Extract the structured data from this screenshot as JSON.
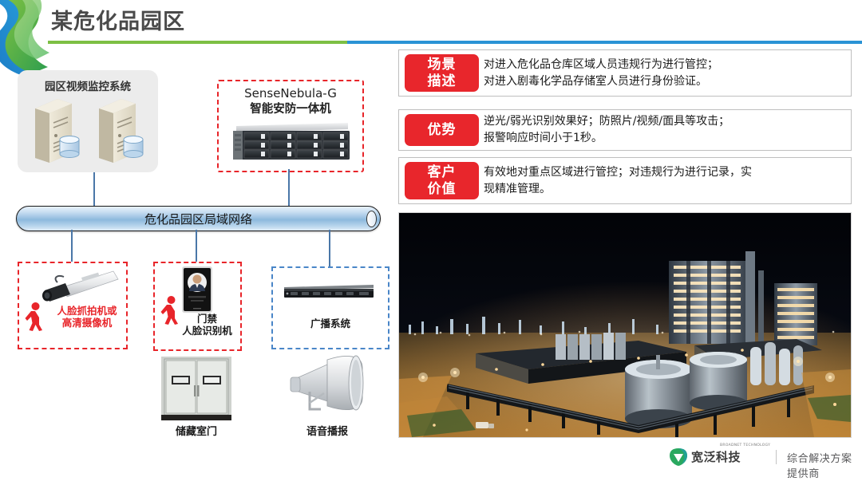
{
  "header": {
    "title": "某危化品园区",
    "rule_green": "#7dbf44",
    "rule_blue": "#2a93d5"
  },
  "diagram": {
    "vms": {
      "title": "园区视频监控系统"
    },
    "nebula": {
      "title_en": "SenseNebula-G",
      "title_cn": "智能安防一体机"
    },
    "network_bar": {
      "label": "危化品园区局域网络"
    },
    "devices": [
      {
        "id": "camera",
        "caption_line1": "人脸抓拍机或",
        "caption_line2": "高清摄像机",
        "border": "red",
        "accent": "#e8252a"
      },
      {
        "id": "face-terminal",
        "caption_line1": "门禁",
        "caption_line2": "人脸识别机",
        "border": "red",
        "accent": "#e8252a"
      },
      {
        "id": "broadcast",
        "caption_line1": "广播系统",
        "caption_line2": "",
        "border": "blue",
        "accent": "#1a1a1a"
      }
    ],
    "peripherals": [
      {
        "id": "storage-door",
        "label": "储藏室门"
      },
      {
        "id": "voice-speaker",
        "label": "语音播报"
      }
    ]
  },
  "info_rows": [
    {
      "tag": "场景\n描述",
      "tag_line1": "场景",
      "tag_line2": "描述",
      "text_line1": "对进入危化品仓库区域人员违规行为进行管控；",
      "text_line2": "对进入剧毒化学品存储室人员进行身份验证。"
    },
    {
      "tag_line1": "优势",
      "tag_line2": "",
      "text_line1": "逆光/弱光识别效果好；防照片/视频/面具等攻击；",
      "text_line2": "报警响应时间小于1秒。"
    },
    {
      "tag_line1": "客户",
      "tag_line2": "价值",
      "text_line1": "有效地对重点区域进行管控；对违规行为进行记录，实",
      "text_line2": "现精准管理。"
    }
  ],
  "photo": {
    "alt": "危化品园区夜景航拍照片"
  },
  "footer": {
    "brand": "宽泛科技",
    "brand_sup": "BROADNET TECHNOLOGY",
    "tagline": "综合解决方案提供商",
    "mark_color": "#2aa85f"
  },
  "colors": {
    "red": "#e8252a",
    "blue_dashed": "#4a86c8",
    "connector": "#4a77a8",
    "tag_red": "#e8262c"
  }
}
